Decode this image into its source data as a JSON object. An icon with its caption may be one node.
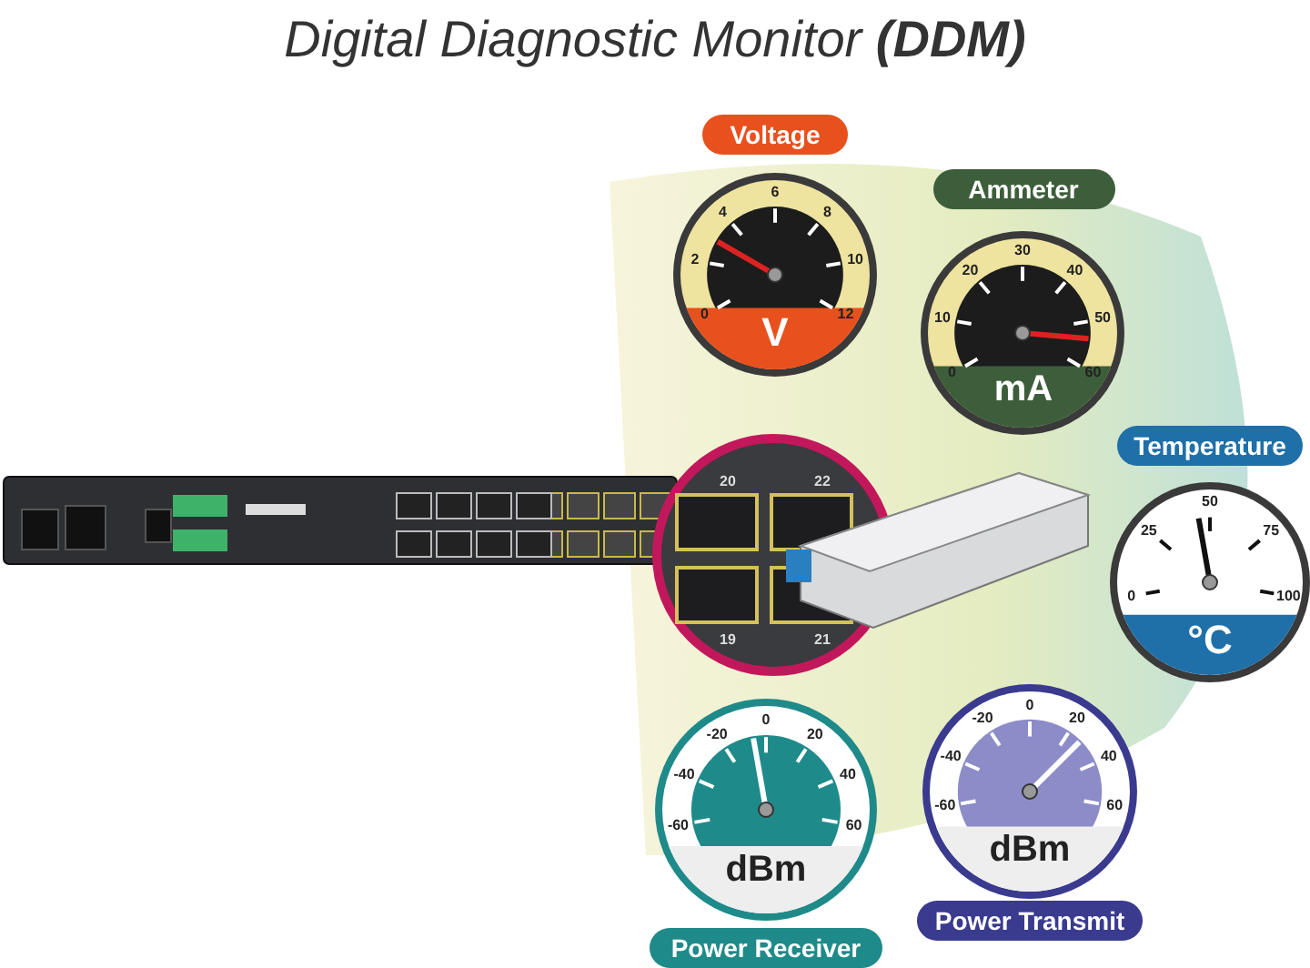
{
  "diagram": {
    "title": "Digital Diagnostic Monitor **(DDM)**",
    "nodes": [
      {
        "text": [
          "Voltage",
          "V"
        ]
      },
      {
        "text": [
          "Ammeter",
          "mA"
        ]
      },
      {
        "text": [
          "Temperature",
          "°C"
        ]
      },
      {
        "text": [
          "dBm",
          "Power Receiver"
        ]
      },
      {
        "text": [
          "dBm",
          "Power Transmit"
        ]
      }
    ],
    "labels": [
      "0",
      "2",
      "4",
      "6",
      "8",
      "10",
      "12",
      "0",
      "10",
      "20",
      "30",
      "40",
      "50",
      "60",
      "0",
      "25",
      "50",
      "75",
      "100",
      "20",
      "22",
      "19",
      "21",
      "-60",
      "-40",
      "-20",
      "0",
      "20",
      "40",
      "60",
      "-60",
      "-40",
      "-20",
      "0",
      "20",
      "40",
      "60"
    ]
  }
}
